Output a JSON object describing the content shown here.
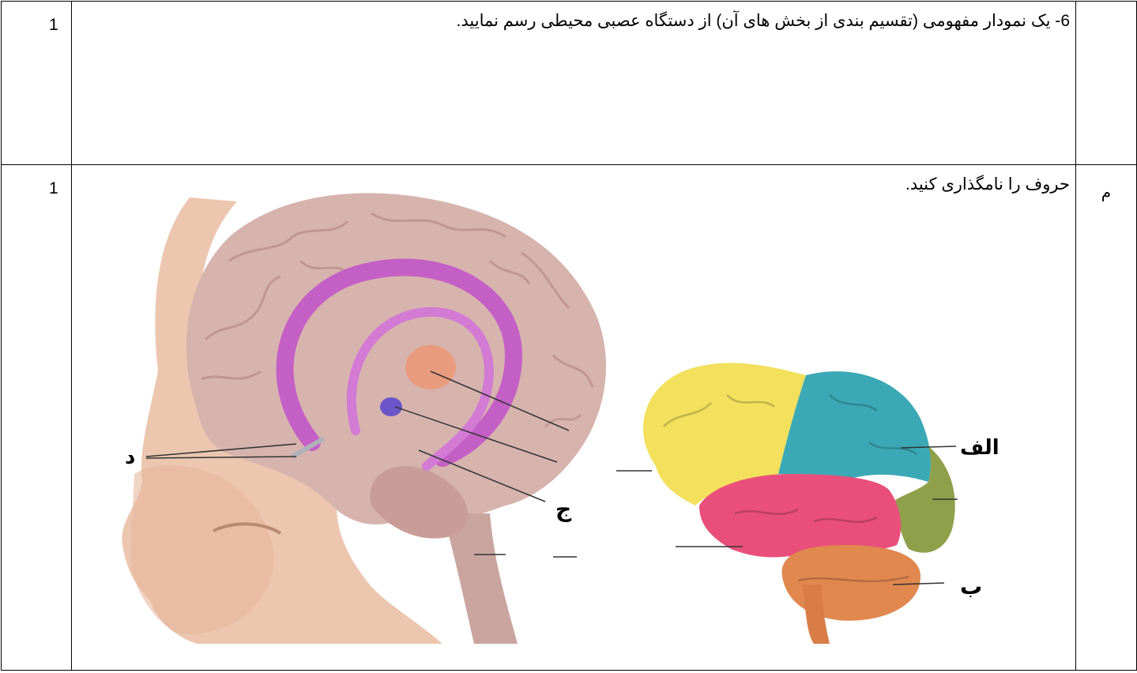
{
  "rows": [
    {
      "score": "1",
      "question": "6- یک نمودار مفهومی (تقسیم بندی از بخش های آن) از دستگاه عصبی محیطی رسم نمایید.",
      "number": ""
    },
    {
      "score": "1",
      "question": "حروف را نامگذاری کنید.",
      "number": "م"
    }
  ],
  "figure_labels": {
    "a": "الف",
    "b": "ب",
    "c": "ج",
    "d": "د"
  },
  "colors": {
    "frontal": "#f3e05c",
    "parietal": "#3ba9b5",
    "temporal": "#e94f7a",
    "occipital": "#8fa04a",
    "cerebellum": "#e0884e",
    "brain_medial": "#d7b3ad",
    "limbic": "#c45fc6",
    "skin": "#ecc6ae"
  }
}
